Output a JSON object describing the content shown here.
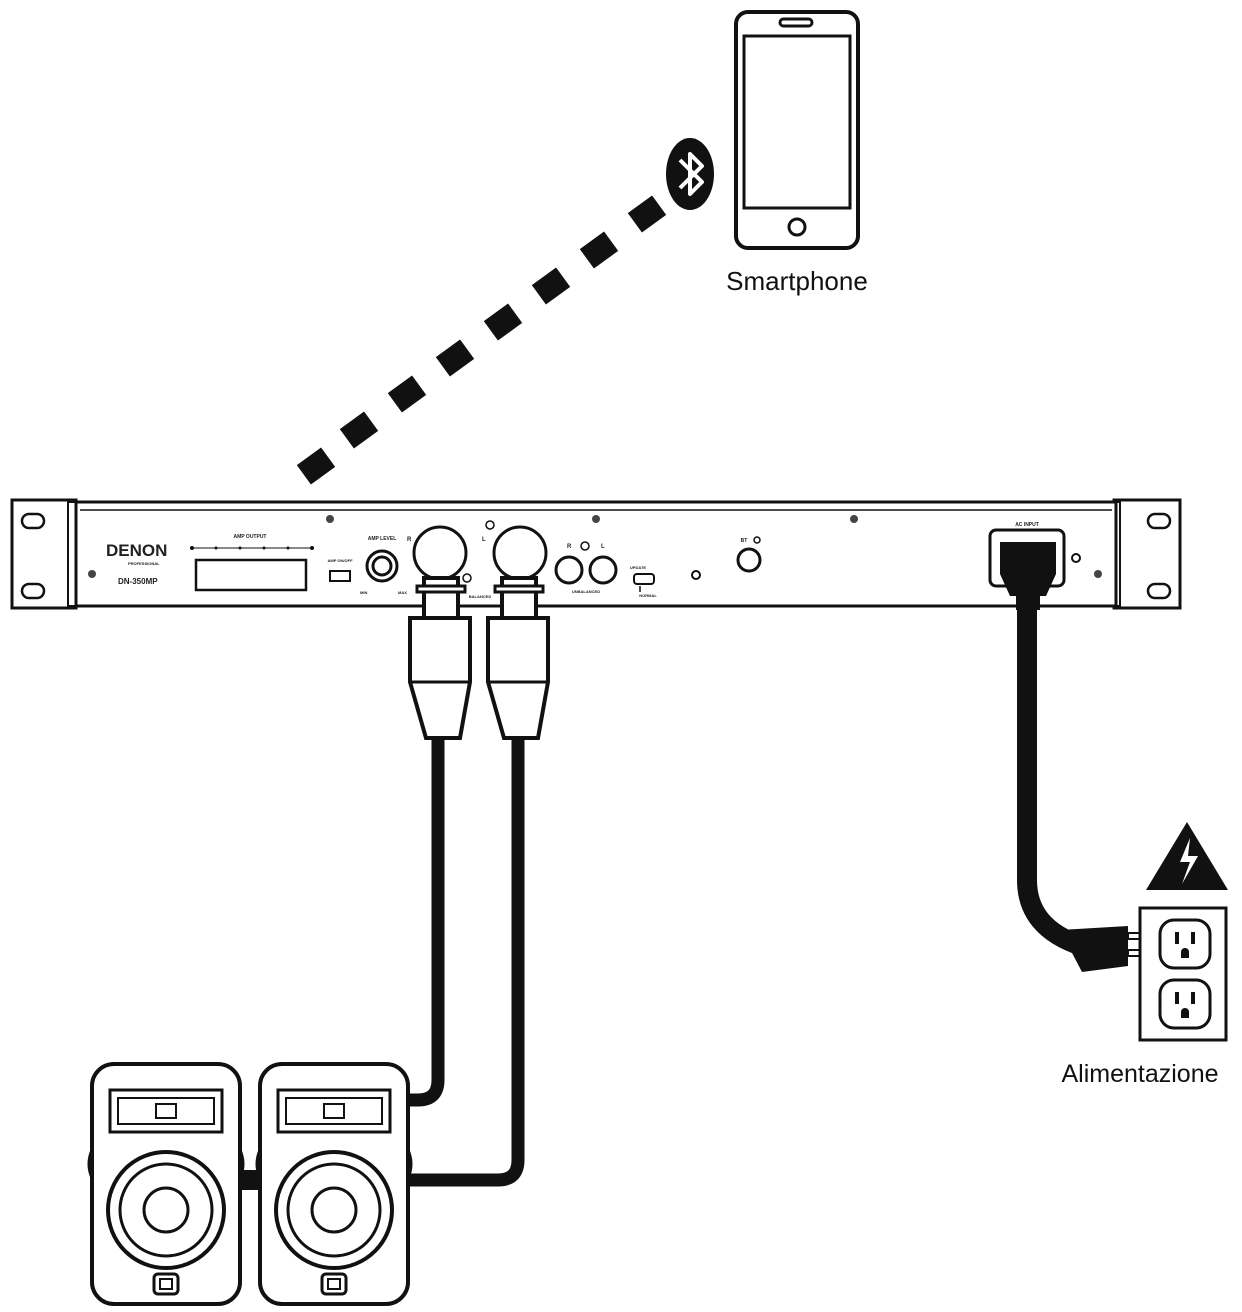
{
  "labels": {
    "smartphone": "Smartphone",
    "power": "Alimentazione"
  },
  "device": {
    "brand": "DENON",
    "brand_sub": "PROFESSIONAL",
    "model": "DN-350MP",
    "amp_output": "AMP OUTPUT",
    "amp_on_off": "AMP ON/OFF",
    "amp_level": "AMP LEVEL",
    "level_min": "MIN",
    "level_max": "MAX",
    "right": "R",
    "left": "L",
    "balanced": "BALANCED",
    "unbalanced": "UNBALANCED",
    "bluetooth_pair": "BT",
    "ac_input": "AC INPUT",
    "update": "UPDATE",
    "normal": "NORMAL"
  },
  "icons": {
    "bluetooth": "bluetooth-icon",
    "warning": "high-voltage-warning-icon"
  },
  "colors": {
    "line": "#111111",
    "background": "#ffffff"
  }
}
